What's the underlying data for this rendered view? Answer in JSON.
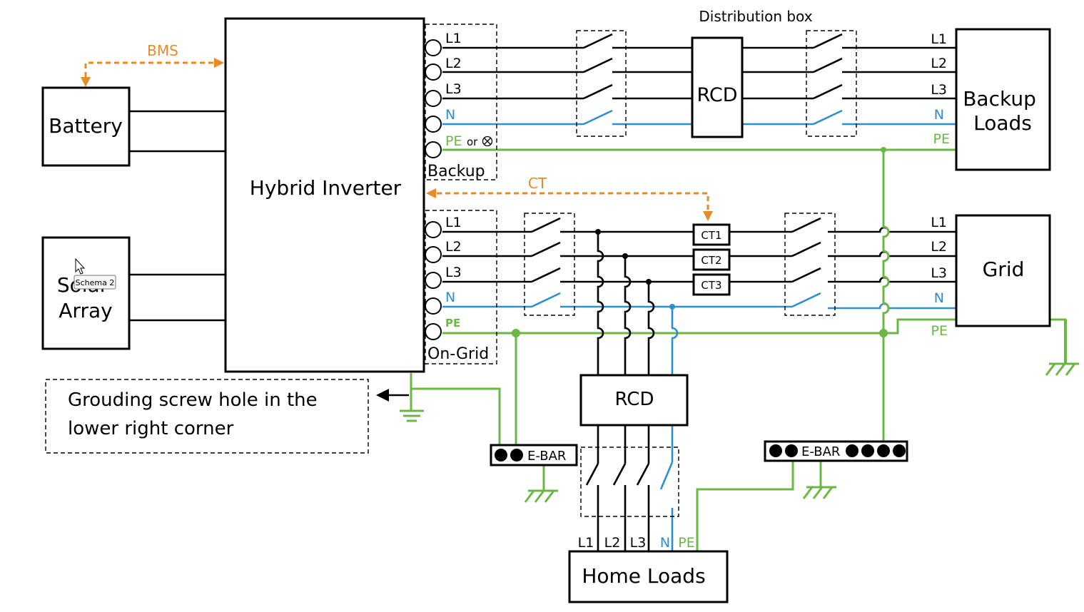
{
  "title": "Distribution box",
  "components": {
    "battery": "Battery",
    "solar_array": "Solar\nArray",
    "hybrid_inverter": "Hybrid Inverter",
    "rcd_top": "RCD",
    "rcd_bottom": "RCD",
    "backup_loads": "Backup\nLoads",
    "grid": "Grid",
    "home_loads": "Home Loads",
    "ebar_left": "E-BAR",
    "ebar_right": "E-BAR",
    "note": "Grouding screw hole  in the\nlower right corner"
  },
  "signals": {
    "bms": "BMS",
    "ct": "CT"
  },
  "ports": {
    "backup_group": "Backup",
    "ongrid_group": "On-Grid",
    "backup": [
      "L1",
      "L2",
      "L3",
      "N",
      "PE"
    ],
    "backup_pe_suffix": "or",
    "ongrid": [
      "L1",
      "L2",
      "L3",
      "N",
      "PE"
    ]
  },
  "ct_labels": [
    "CT1",
    "CT2",
    "CT3"
  ],
  "backup_load_lines": [
    "L1",
    "L2",
    "L3",
    "N",
    "PE"
  ],
  "grid_lines": [
    "L1",
    "L2",
    "L3",
    "N",
    "PE"
  ],
  "home_load_lines": [
    "L1",
    "L2",
    "L3",
    "N",
    "PE"
  ],
  "tooltip": "Schema 2",
  "colors": {
    "neutral": "#2b8fd0",
    "earth": "#6ab744",
    "comm": "#e88a28",
    "line": "#000000"
  }
}
